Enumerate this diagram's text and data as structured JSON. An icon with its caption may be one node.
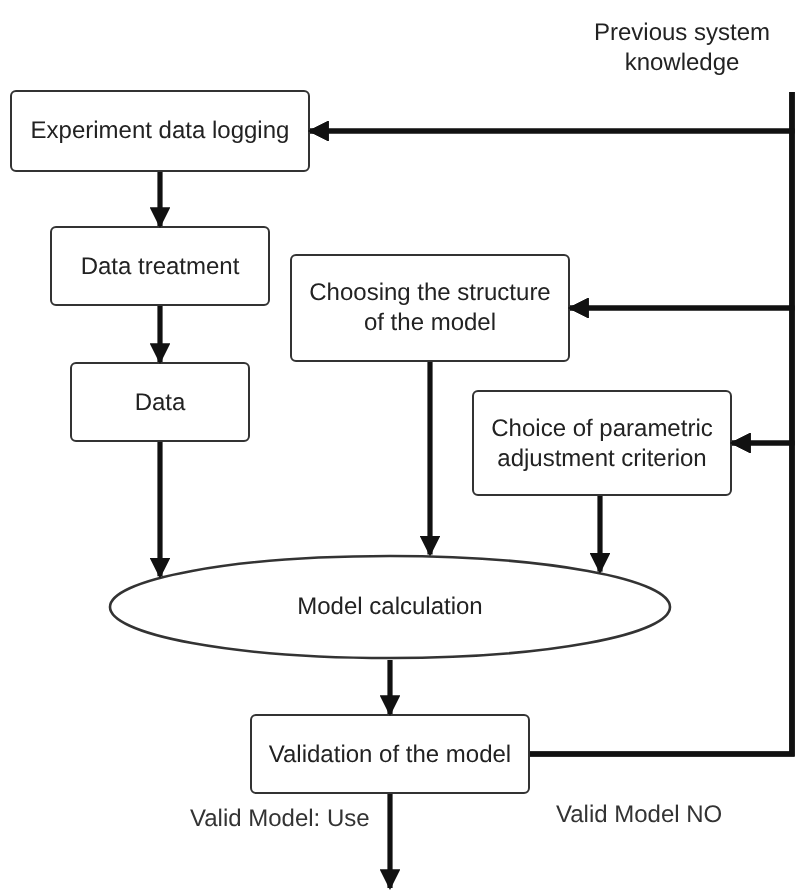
{
  "diagram": {
    "nodes": [
      {
        "text": [
          "Previous system knowledge"
        ]
      },
      {
        "text": [
          "Experiment data logging"
        ]
      },
      {
        "text": [
          "Data treatment"
        ]
      },
      {
        "text": [
          "Data"
        ]
      },
      {
        "text": [
          "Choosing the structure of the model"
        ]
      },
      {
        "text": [
          "Choice of parametric adjustment criterion"
        ]
      },
      {
        "text": [
          "Model calculation"
        ]
      },
      {
        "text": [
          "Validation of the model"
        ]
      }
    ],
    "edges": [
      {
        "from": 0,
        "to": 1,
        "arrow": "to"
      },
      {
        "from": 0,
        "to": 4,
        "arrow": "to"
      },
      {
        "from": 0,
        "to": 5,
        "arrow": "to"
      },
      {
        "from": 1,
        "to": 2,
        "arrow": "to"
      },
      {
        "from": 2,
        "to": 3,
        "arrow": "to"
      },
      {
        "from": 3,
        "to": 6,
        "arrow": "to"
      },
      {
        "from": 4,
        "to": 6,
        "arrow": "to"
      },
      {
        "from": 5,
        "to": 6,
        "arrow": "to"
      },
      {
        "from": 6,
        "to": 7,
        "arrow": "to"
      },
      {
        "from": 7,
        "to": 1,
        "arrow": "to",
        "label": "Valid Model NO"
      },
      {
        "from": 7,
        "to": 4,
        "arrow": "to"
      },
      {
        "from": 7,
        "to": 5,
        "arrow": "to"
      },
      {
        "from": 7,
        "to": null,
        "arrow": "to",
        "label": "Valid Model: Use"
      }
    ]
  }
}
